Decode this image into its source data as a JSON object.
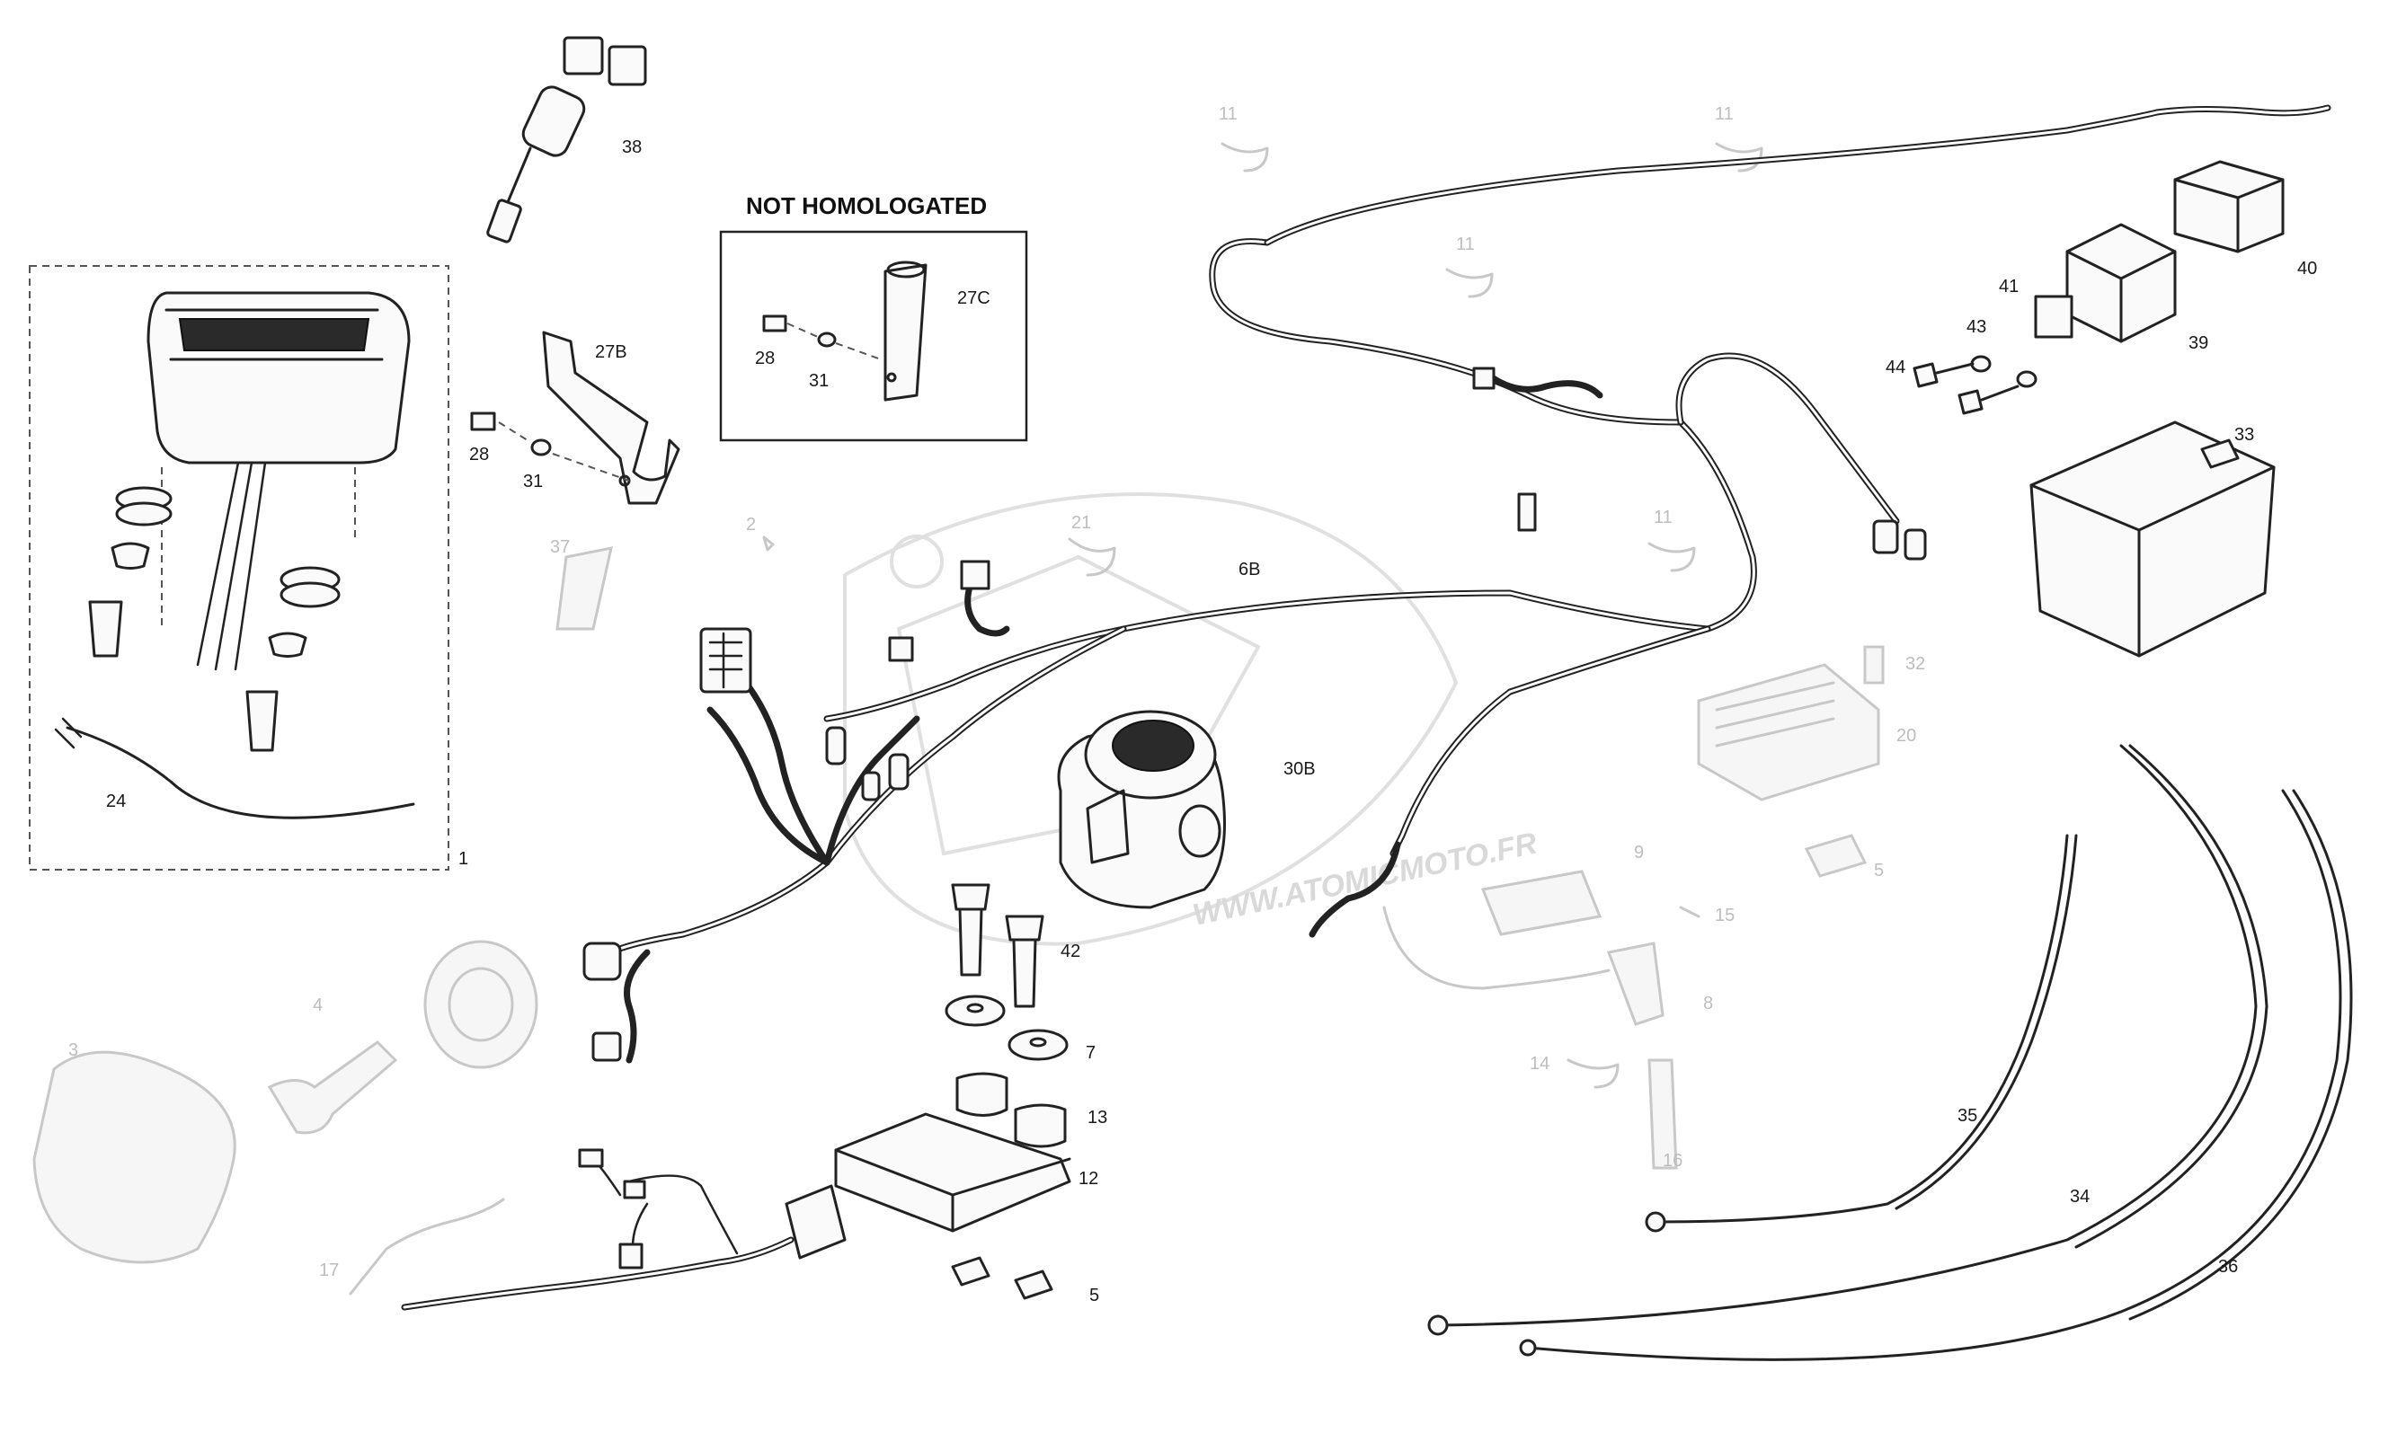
{
  "diagram": {
    "box_title": "NOT HOMOLOGATED",
    "watermark_text": "WWW.ATOMICMOTO.FR",
    "part_numbers": {
      "p1": "1",
      "p3": "3",
      "p4": "4",
      "p5a": "5",
      "p5b": "5",
      "p6b": "6B",
      "p7": "7",
      "p8": "8",
      "p9": "9",
      "p11a": "11",
      "p11b": "11",
      "p11c": "11",
      "p11d": "11",
      "p12": "12",
      "p13": "13",
      "p14": "14",
      "p15": "15",
      "p16": "16",
      "p17": "17",
      "p20": "20",
      "p21": "21",
      "p24": "24",
      "p27b": "27B",
      "p27c": "27C",
      "p28a": "28",
      "p28b": "28",
      "p30b": "30B",
      "p31a": "31",
      "p31b": "31",
      "p32": "32",
      "p33": "33",
      "p34": "34",
      "p35": "35",
      "p36": "36",
      "p37": "37",
      "p38": "38",
      "p39": "39",
      "p40": "40",
      "p41": "41",
      "p42": "42",
      "p43": "43",
      "p44": "44",
      "p2": "2"
    }
  },
  "colors": {
    "line": "#222222",
    "faded": "#c8c8c8",
    "background": "#ffffff"
  }
}
